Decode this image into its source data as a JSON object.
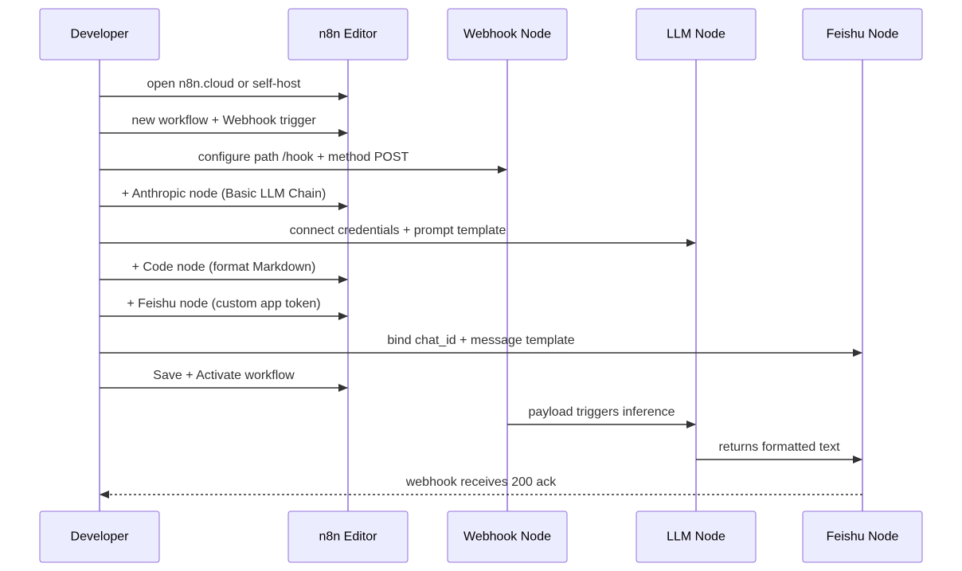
{
  "participants": [
    {
      "id": "dev",
      "label": "Developer"
    },
    {
      "id": "editor",
      "label": "n8n Editor"
    },
    {
      "id": "webhook",
      "label": "Webhook Node"
    },
    {
      "id": "llm",
      "label": "LLM Node"
    },
    {
      "id": "feishu",
      "label": "Feishu Node"
    }
  ],
  "messages": [
    {
      "from": "dev",
      "to": "editor",
      "label": "open n8n.cloud or self-host",
      "style": "solid"
    },
    {
      "from": "dev",
      "to": "editor",
      "label": "new workflow + Webhook trigger",
      "style": "solid"
    },
    {
      "from": "dev",
      "to": "webhook",
      "label": "configure path /hook + method POST",
      "style": "solid"
    },
    {
      "from": "dev",
      "to": "editor",
      "label": "+ Anthropic node (Basic LLM Chain)",
      "style": "solid"
    },
    {
      "from": "dev",
      "to": "llm",
      "label": "connect credentials + prompt template",
      "style": "solid"
    },
    {
      "from": "dev",
      "to": "editor",
      "label": "+ Code node (format Markdown)",
      "style": "solid"
    },
    {
      "from": "dev",
      "to": "editor",
      "label": "+ Feishu node (custom app token)",
      "style": "solid"
    },
    {
      "from": "dev",
      "to": "feishu",
      "label": "bind chat_id + message template",
      "style": "solid"
    },
    {
      "from": "dev",
      "to": "editor",
      "label": "Save + Activate workflow",
      "style": "solid"
    },
    {
      "from": "webhook",
      "to": "llm",
      "label": "payload triggers inference",
      "style": "solid"
    },
    {
      "from": "llm",
      "to": "feishu",
      "label": "returns formatted text",
      "style": "solid"
    },
    {
      "from": "feishu",
      "to": "dev",
      "label": "webhook receives 200 ack",
      "style": "dotted"
    }
  ]
}
